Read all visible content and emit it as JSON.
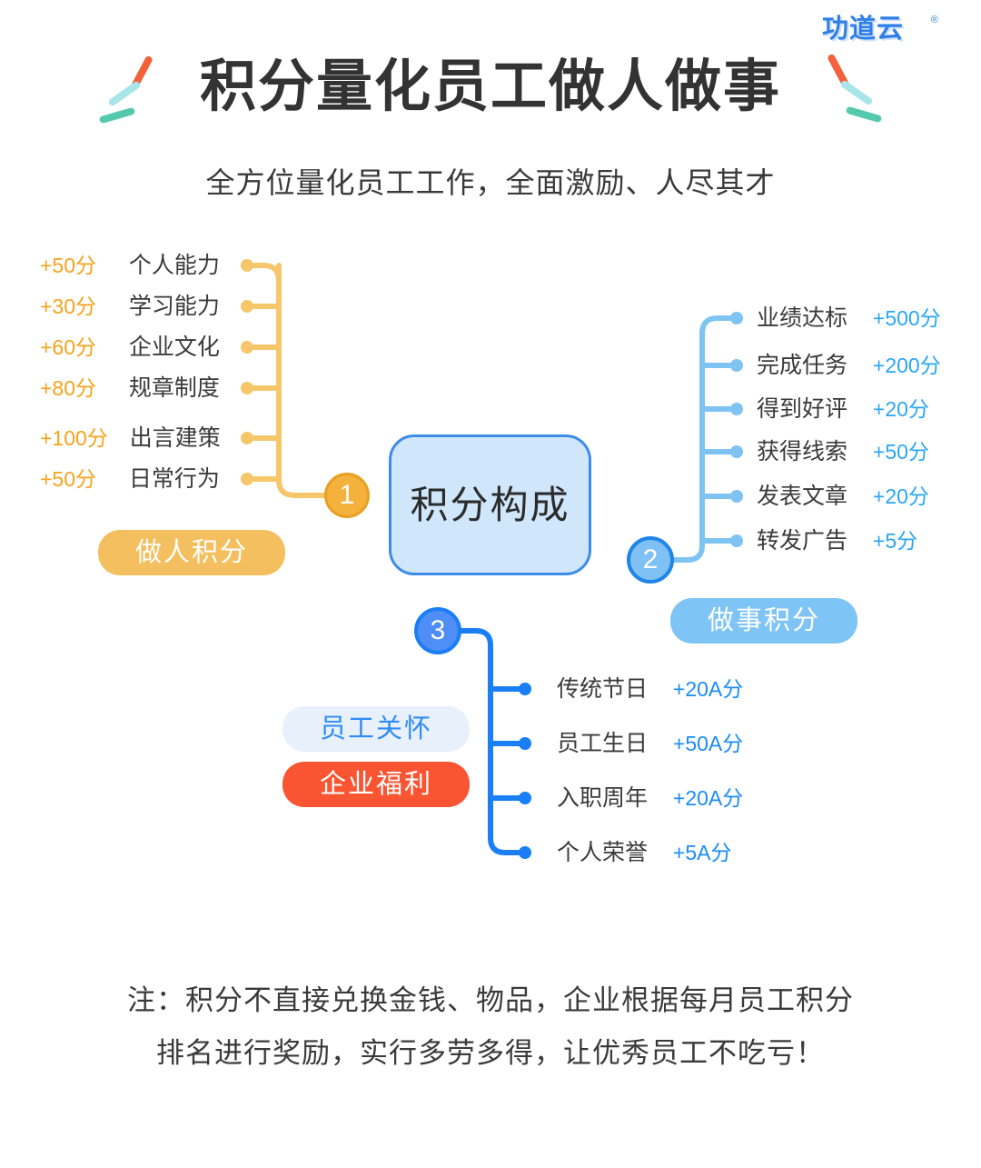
{
  "logo": {
    "text": "功道云",
    "registered": "®"
  },
  "header": {
    "title": "积分量化员工做人做事",
    "subtitle": "全方位量化员工工作，全面激励、人尽其才"
  },
  "center": {
    "label": "积分构成"
  },
  "branches": [
    {
      "id": "1",
      "badge": "1",
      "category": "做人积分",
      "accent": "#f5a31a",
      "line_color": "#f6c76a",
      "side": "left",
      "items": [
        {
          "label": "个人能力",
          "score": "+50分"
        },
        {
          "label": "学习能力",
          "score": "+30分"
        },
        {
          "label": "企业文化",
          "score": "+60分"
        },
        {
          "label": "规章制度",
          "score": "+80分"
        },
        {
          "label": "出言建策",
          "score": "+100分"
        },
        {
          "label": "日常行为",
          "score": "+50分"
        }
      ]
    },
    {
      "id": "2",
      "badge": "2",
      "category": "做事积分",
      "accent": "#29a6f5",
      "line_color": "#7fc3f2",
      "side": "right",
      "items": [
        {
          "label": "业绩达标",
          "score": "+500分"
        },
        {
          "label": "完成任务",
          "score": "+200分"
        },
        {
          "label": "得到好评",
          "score": "+20分"
        },
        {
          "label": "获得线索",
          "score": "+50分"
        },
        {
          "label": "发表文章",
          "score": "+20分"
        },
        {
          "label": "转发广告",
          "score": "+5分"
        }
      ]
    },
    {
      "id": "3",
      "badge": "3",
      "category_primary": "员工关怀",
      "category_secondary": "企业福利",
      "accent": "#1a8cf5",
      "line_color": "#1a7ef5",
      "side": "bottom",
      "items": [
        {
          "label": "传统节日",
          "score": "+20A分"
        },
        {
          "label": "员工生日",
          "score": "+50A分"
        },
        {
          "label": "入职周年",
          "score": "+20A分"
        },
        {
          "label": "个人荣誉",
          "score": "+5A分"
        }
      ]
    }
  ],
  "note": {
    "line1": "注：积分不直接兑换金钱、物品，企业根据每月员工积分",
    "line2": "排名进行奖励，实行多劳多得，让优秀员工不吃亏！"
  },
  "colors": {
    "orange": "#f5a31a",
    "orange_line": "#f6c76a",
    "blue": "#29a6f5",
    "blue_dark": "#1a7ef5",
    "blue_line": "#7fc3f2",
    "red": "#fa5532",
    "node_fill": "#cfe6fb",
    "node_border": "#3d8ce8",
    "deco_orange": "#f4603a",
    "deco_cyan": "#a8e5e8",
    "deco_teal": "#55c9ae"
  }
}
